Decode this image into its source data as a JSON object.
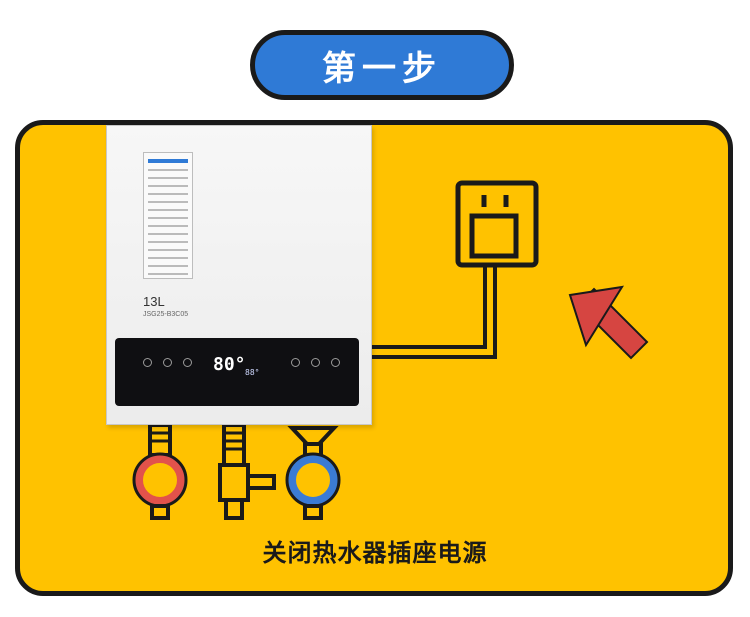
{
  "step_badge": {
    "label": "第一步"
  },
  "heater": {
    "model": "13L",
    "serial": "JSG25-B3C05",
    "display_temp": "80°",
    "display_small": "88°"
  },
  "caption": {
    "text": "关闭热水器插座电源"
  },
  "colors": {
    "background": "#ffffff",
    "panel_yellow": "#ffc200",
    "badge_blue": "#2f7ad6",
    "outline": "#1a1a1a",
    "arrow_red": "#d64541",
    "hot_ring": "#e2524b",
    "cold_ring": "#3b7bd4"
  },
  "icons": [
    "wall-socket-icon",
    "power-cord-icon",
    "pointer-arrow-icon",
    "hot-water-valve-icon",
    "gas-valve-icon",
    "cold-water-valve-icon"
  ]
}
